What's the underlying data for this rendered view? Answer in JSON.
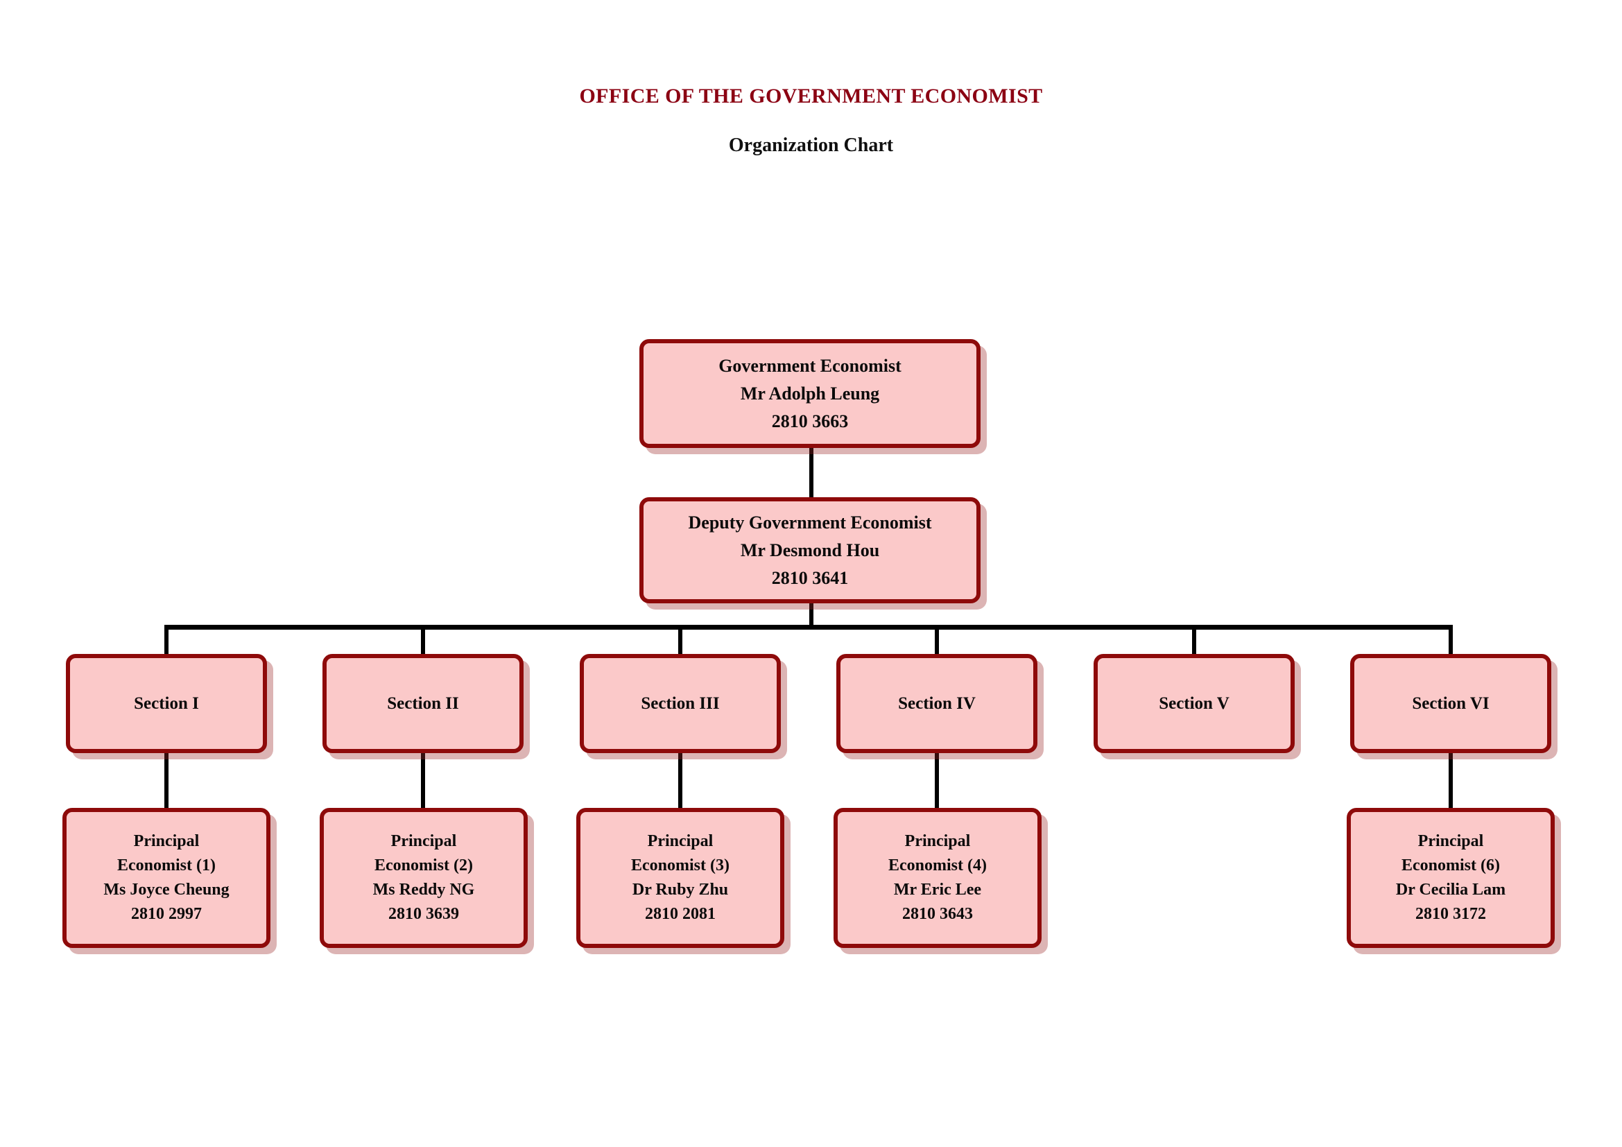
{
  "header": {
    "title": "OFFICE OF THE GOVERNMENT ECONOMIST",
    "subtitle": "Organization Chart"
  },
  "theme": {
    "title_color": "#8B0012",
    "node_fill": "#FBC9C9",
    "node_border": "#8E0A0A",
    "connector_color": "#000000",
    "page_background": "#FFFFFF"
  },
  "chart_data": {
    "type": "diagram",
    "diagram_kind": "organization-chart",
    "title": "OFFICE OF THE GOVERNMENT ECONOMIST",
    "subtitle": "Organization Chart",
    "nodes": [
      {
        "id": "ge",
        "title": "Government Economist",
        "name": "Mr Adolph Leung",
        "phone": "2810 3663",
        "level": 0
      },
      {
        "id": "dge",
        "title": "Deputy Government Economist",
        "name": "Mr Desmond Hou",
        "phone": "2810 3641",
        "level": 1
      },
      {
        "id": "s1",
        "title": "Section I",
        "level": 2
      },
      {
        "id": "s2",
        "title": "Section II",
        "level": 2
      },
      {
        "id": "s3",
        "title": "Section III",
        "level": 2
      },
      {
        "id": "s4",
        "title": "Section IV",
        "level": 2
      },
      {
        "id": "s5",
        "title": "Section V",
        "level": 2
      },
      {
        "id": "s6",
        "title": "Section VI",
        "level": 2
      },
      {
        "id": "pe1",
        "title": "Principal",
        "title2": "Economist (1)",
        "name": "Ms Joyce Cheung",
        "phone": "2810 2997",
        "level": 3
      },
      {
        "id": "pe2",
        "title": "Principal",
        "title2": "Economist (2)",
        "name": "Ms Reddy NG",
        "phone": "2810 3639",
        "level": 3
      },
      {
        "id": "pe3",
        "title": "Principal",
        "title2": "Economist (3)",
        "name": "Dr Ruby Zhu",
        "phone": "2810 2081",
        "level": 3
      },
      {
        "id": "pe4",
        "title": "Principal",
        "title2": "Economist (4)",
        "name": "Mr Eric Lee",
        "phone": "2810 3643",
        "level": 3
      },
      {
        "id": "pe6",
        "title": "Principal",
        "title2": "Economist (6)",
        "name": "Dr Cecilia Lam",
        "phone": "2810 3172",
        "level": 3
      }
    ],
    "edges": [
      {
        "from": "ge",
        "to": "dge"
      },
      {
        "from": "dge",
        "to": "s1"
      },
      {
        "from": "dge",
        "to": "s2"
      },
      {
        "from": "dge",
        "to": "s3"
      },
      {
        "from": "dge",
        "to": "s4"
      },
      {
        "from": "dge",
        "to": "s5"
      },
      {
        "from": "dge",
        "to": "s6"
      },
      {
        "from": "s1",
        "to": "pe1"
      },
      {
        "from": "s2",
        "to": "pe2"
      },
      {
        "from": "s3",
        "to": "pe3"
      },
      {
        "from": "s4",
        "to": "pe4"
      },
      {
        "from": "s6",
        "to": "pe6"
      }
    ]
  },
  "boxes": {
    "government_economist": {
      "title": "Government Economist",
      "name": "Mr Adolph Leung",
      "phone": "2810 3663"
    },
    "deputy_government_economist": {
      "title": "Deputy Government Economist",
      "name": "Mr Desmond Hou",
      "phone": "2810 3641"
    },
    "sections": [
      {
        "label": "Section I"
      },
      {
        "label": "Section II"
      },
      {
        "label": "Section III"
      },
      {
        "label": "Section IV"
      },
      {
        "label": "Section V"
      },
      {
        "label": "Section VI"
      }
    ],
    "principal_economists": [
      {
        "role_line1": "Principal",
        "role_line2": "Economist (1)",
        "name": "Ms Joyce Cheung",
        "phone": "2810 2997"
      },
      {
        "role_line1": "Principal",
        "role_line2": "Economist (2)",
        "name": "Ms Reddy NG",
        "phone": "2810 3639"
      },
      {
        "role_line1": "Principal",
        "role_line2": "Economist (3)",
        "name": "Dr Ruby Zhu",
        "phone": "2810 2081"
      },
      {
        "role_line1": "Principal",
        "role_line2": "Economist (4)",
        "name": "Mr Eric Lee",
        "phone": "2810 3643"
      },
      {
        "role_line1": "Principal",
        "role_line2": "Economist (6)",
        "name": "Dr Cecilia Lam",
        "phone": "2810 3172"
      }
    ]
  }
}
